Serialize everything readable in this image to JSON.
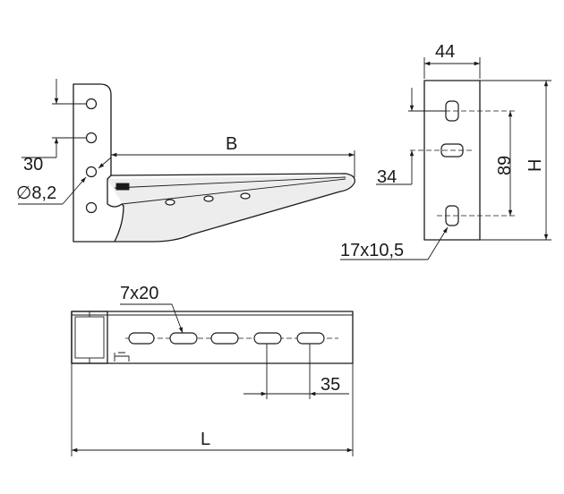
{
  "labels": {
    "dim_30": "30",
    "dim_hole_dia": "∅8,2",
    "dim_B": "B",
    "dim_44": "44",
    "dim_34": "34",
    "dim_89": "89",
    "dim_H": "H",
    "dim_slot_end": "17x10,5",
    "dim_slot_top": "7x20",
    "dim_35": "35",
    "dim_L": "L"
  }
}
